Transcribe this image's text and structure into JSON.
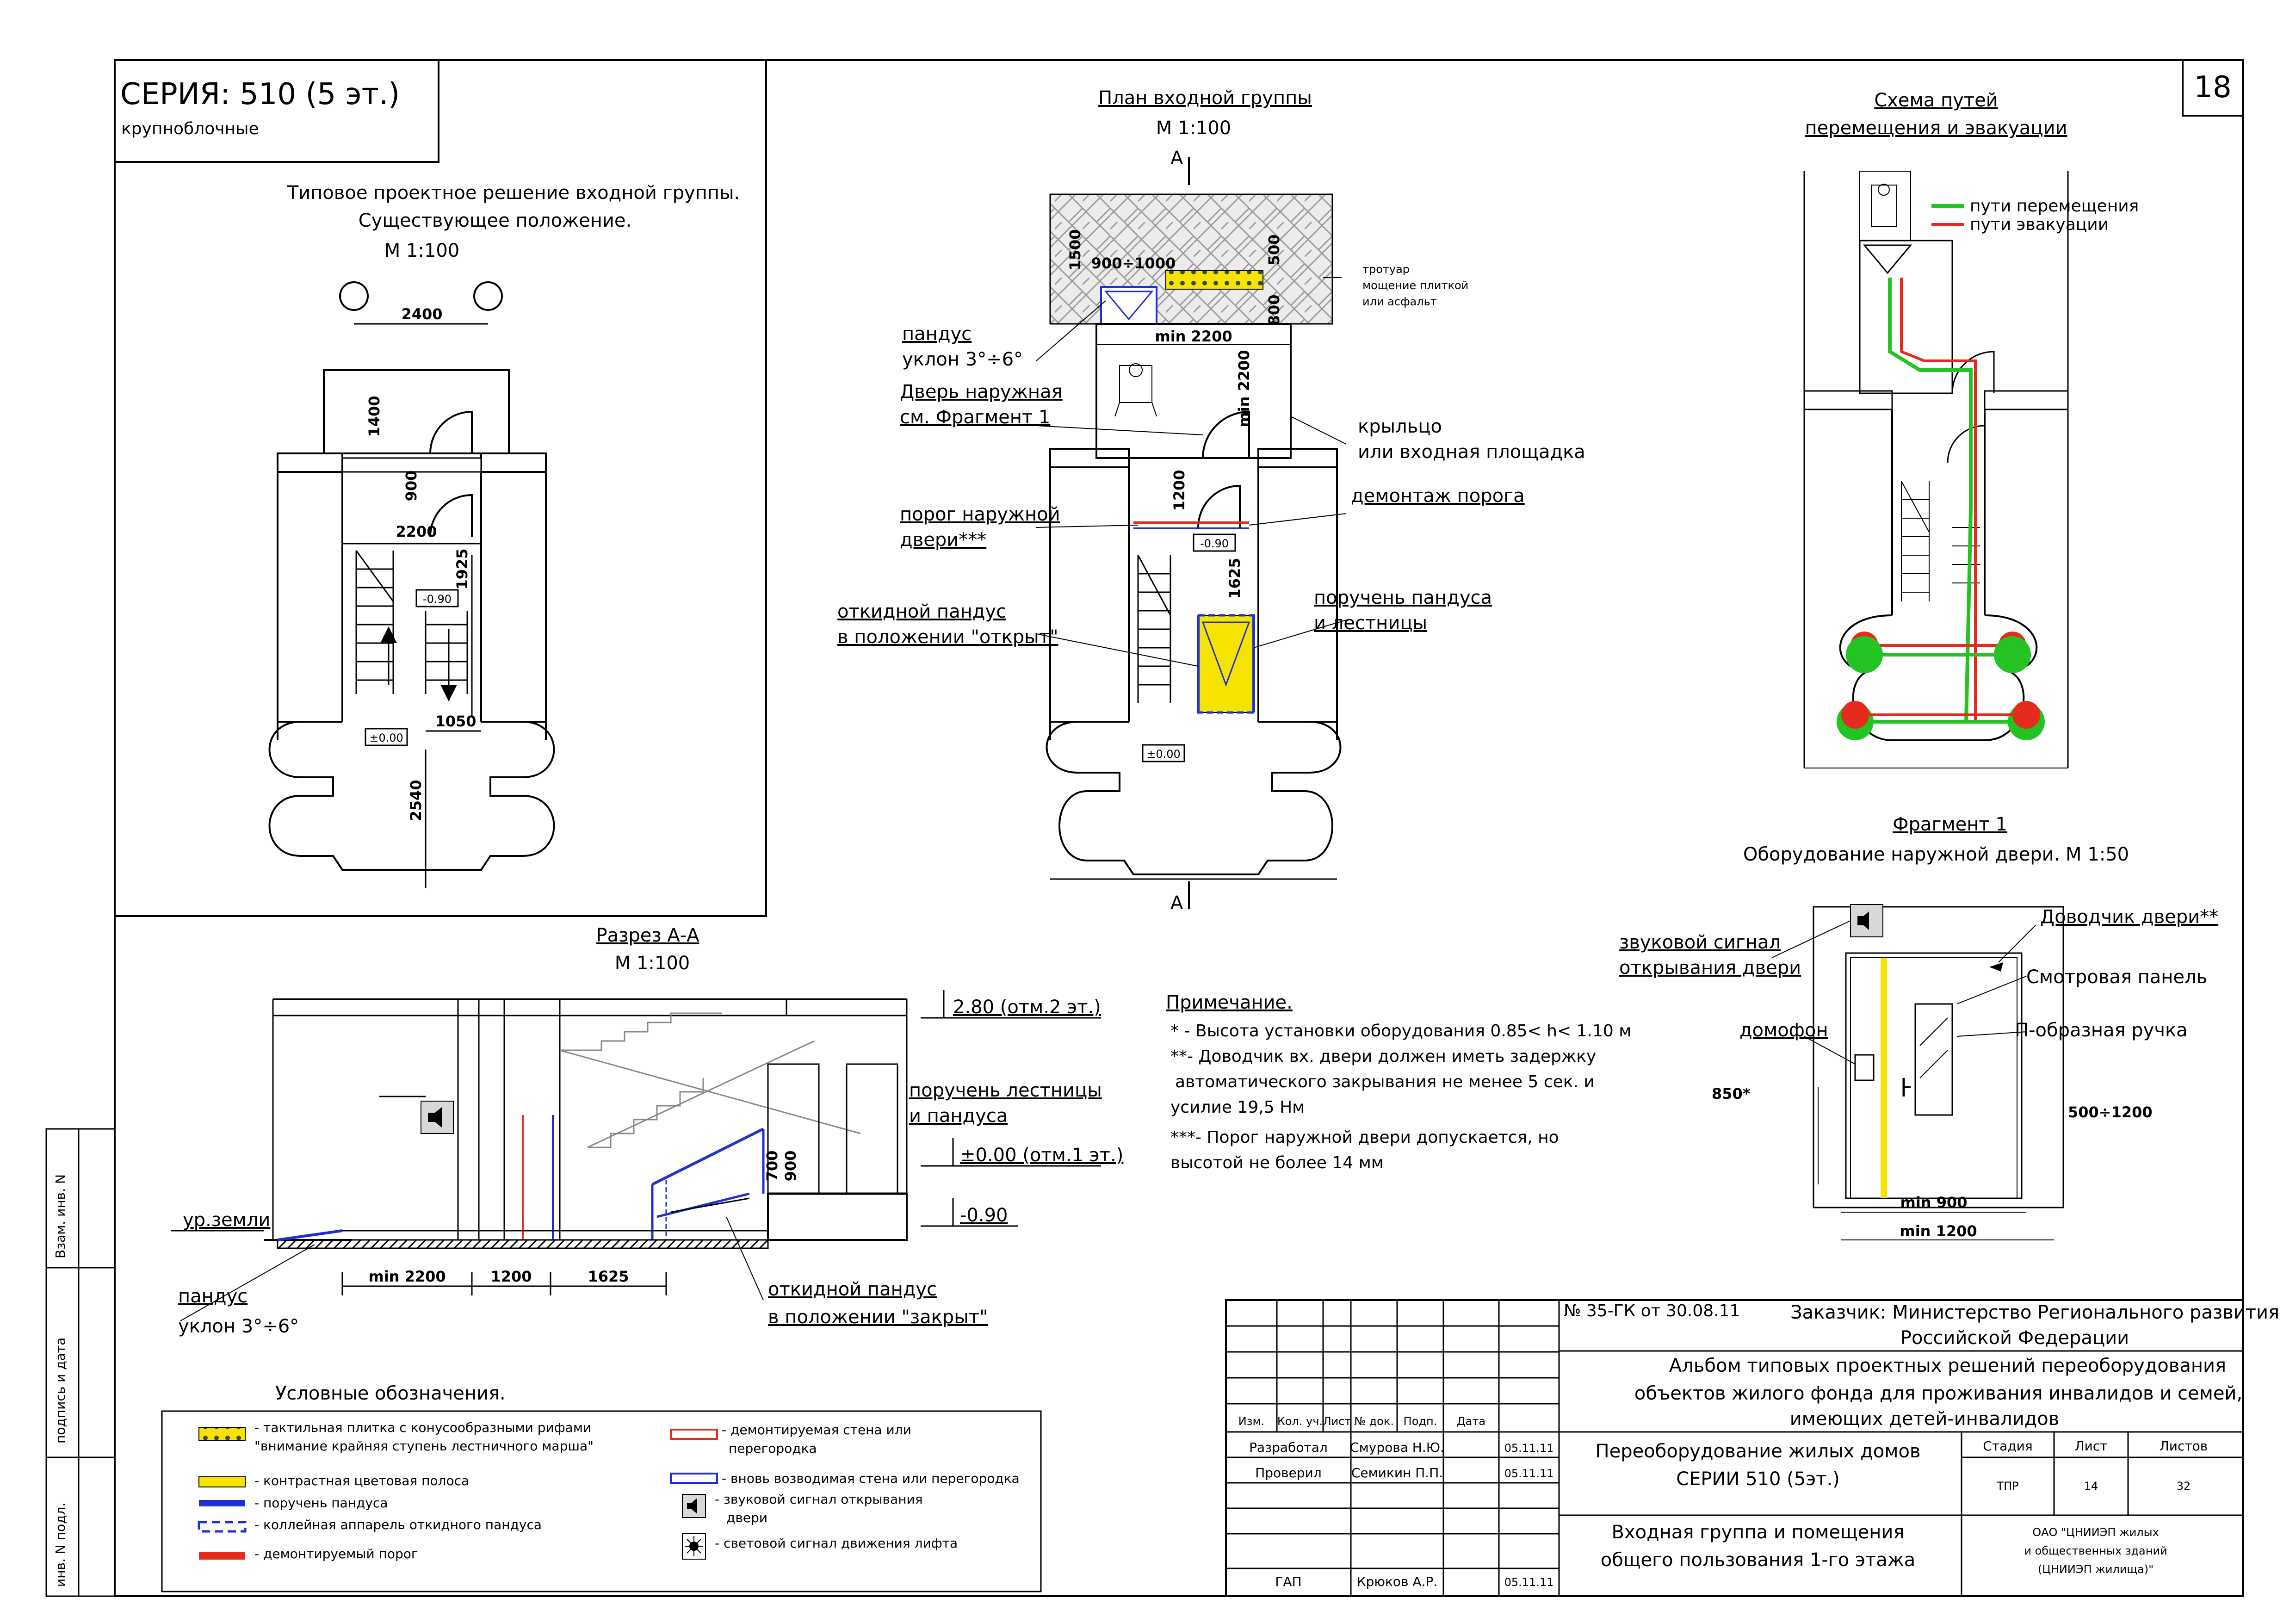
{
  "sheet": {
    "number": "18",
    "series_title": "СЕРИЯ: 510 (5 эт.)",
    "series_subtitle": "крупноблочные"
  },
  "existing_plan": {
    "title_line1": "Типовое проектное решение входной группы.",
    "title_line2": "Существующее положение.",
    "scale": "М 1:100",
    "dims": [
      "2400",
      "1400",
      "900",
      "2200",
      "1925",
      "1050",
      "2540"
    ],
    "levels": [
      "-0.90",
      "±0.00"
    ]
  },
  "entry_plan": {
    "title": "План входной группы",
    "scale": "М 1:100",
    "section_mark": "А",
    "dims": [
      "1500",
      "900÷1000",
      "500",
      "800",
      "min 2200",
      "min 2200",
      "1200",
      "1625"
    ],
    "levels": [
      "-0.90",
      "±0.00"
    ],
    "callouts": {
      "ramp_1": "пандус",
      "ramp_2": "уклон 3°÷6°",
      "door_1": "Дверь наружная",
      "door_2": "см. Фрагмент 1",
      "threshold_1": "порог наружной",
      "threshold_2": "двери***",
      "foldramp_1": "откидной пандус",
      "foldramp_2": "в положении \"открыт\"",
      "sidewalk_1": "тротуар",
      "sidewalk_2": "мощение плиткой",
      "sidewalk_3": "или асфальт",
      "porch_1": "крыльцо",
      "porch_2": "или входная площадка",
      "demolish": "демонтаж порога",
      "handrail_1": "поручень пандуса",
      "handrail_2": "и лестницы"
    }
  },
  "evac_scheme": {
    "title_line1": "Схема путей",
    "title_line2": "перемещения и эвакуации",
    "legend_move": "пути перемещения",
    "legend_evac": "пути эвакуации",
    "colors": {
      "move": "#22c322",
      "evac": "#e52b1e"
    }
  },
  "fragment": {
    "title": "Фрагмент 1",
    "subtitle": "Оборудование наружной двери. М 1:50",
    "sound_1": "звуковой сигнал",
    "sound_2": "открывания двери",
    "closer": "Доводчик двери**",
    "panel": "Смотровая панель",
    "handle": "П-образная ручка",
    "intercom": "домофон",
    "dim_850": "850*",
    "dim_range": "500÷1200",
    "dim_900": "min 900",
    "dim_1200": "min 1200"
  },
  "section": {
    "title": "Разрез А-А",
    "scale": "М 1:100",
    "level_2": "2.80 (отм.2 эт.)",
    "handrail_1": "поручень лестницы",
    "handrail_2": "и пандуса",
    "level_0": "±0.00 (отм.1 эт.)",
    "level_m": "-0.90",
    "ground": "ур.земли",
    "ramp_1": "пандус",
    "ramp_2": "уклон 3°÷6°",
    "fold_1": "откидной пандус",
    "fold_2": "в положении \"закрыт\"",
    "dims": [
      "min 2200",
      "1200",
      "1625"
    ],
    "rail_dims": [
      "700",
      "900"
    ]
  },
  "notes": {
    "title": "Примечание.",
    "lines": [
      "* - Высота установки оборудования 0.85< h< 1.10 м",
      "**- Доводчик вх. двери должен иметь задержку",
      "автоматического закрывания не менее 5 сек. и",
      "усилие 19,5 Нм",
      "***- Порог наружной двери допускается, но",
      "высотой не более 14 мм"
    ]
  },
  "legend": {
    "title": "Условные обозначения.",
    "items": [
      {
        "kind": "tactile",
        "text1": "- тактильная плитка с конусообразными рифами",
        "text2": "\"внимание крайняя ступень лестничного марша\""
      },
      {
        "kind": "contrast",
        "text1": "- контрастная цветовая полоса",
        "text2": ""
      },
      {
        "kind": "handrail",
        "text1": "- поручень пандуса",
        "text2": ""
      },
      {
        "kind": "fold",
        "text1": "- коллейная аппарель откидного пандуса",
        "text2": ""
      },
      {
        "kind": "threshold",
        "text1": "- демонтируемый порог",
        "text2": ""
      },
      {
        "kind": "demwall",
        "text1": "- демонтируемая стена или",
        "text2": "перегородка"
      },
      {
        "kind": "newwall",
        "text1": "- вновь возводимая стена или перегородка",
        "text2": ""
      },
      {
        "kind": "sound",
        "text1": "- звуковой сигнал открывания",
        "text2": "двери"
      },
      {
        "kind": "light",
        "text1": "- световой сигнал движения лифта",
        "text2": ""
      }
    ],
    "colors": {
      "yellow": "#f5e400",
      "blue": "#1f2fd6",
      "red": "#e52b1e"
    }
  },
  "side_stamp": [
    "Взам. инв. N",
    "подпись и дата",
    "инв. N подл."
  ],
  "title_block": {
    "contract": "№ 35-ГК от 30.08.11",
    "customer_1": "Заказчик: Министерство Регионального развития",
    "customer_2": "Российской Федерации",
    "album_1": "Альбом типовых проектных решений переоборудования",
    "album_2": "объектов жилого фонда для проживания инвалидов и семей,",
    "album_3": "имеющих детей-инвалидов",
    "project_1": "Переоборудование жилых домов",
    "project_2": "СЕРИИ 510 (5эт.)",
    "sheet_1": "Входная группа и помещения",
    "sheet_2": "общего пользования 1-го этажа",
    "headers": [
      "Изм.",
      "Кол. уч.",
      "Лист",
      "№ док.",
      "Подп.",
      "Дата"
    ],
    "stage_head": "Стадия",
    "list_head": "Лист",
    "lists_head": "Листов",
    "stage": "ТПР",
    "list": "14",
    "lists": "32",
    "org_1": "ОАО \"ЦНИИЭП жилых",
    "org_2": "и общественных зданий",
    "org_3": "(ЦНИИЭП жилища)\"",
    "rows": [
      {
        "role": "Разработал",
        "name": "Смурова Н.Ю.",
        "date": "05.11.11"
      },
      {
        "role": "Проверил",
        "name": "Семикин П.П.",
        "date": "05.11.11"
      },
      {
        "role": "ГАП",
        "name": "Крюков А.Р.",
        "date": "05.11.11"
      }
    ]
  }
}
